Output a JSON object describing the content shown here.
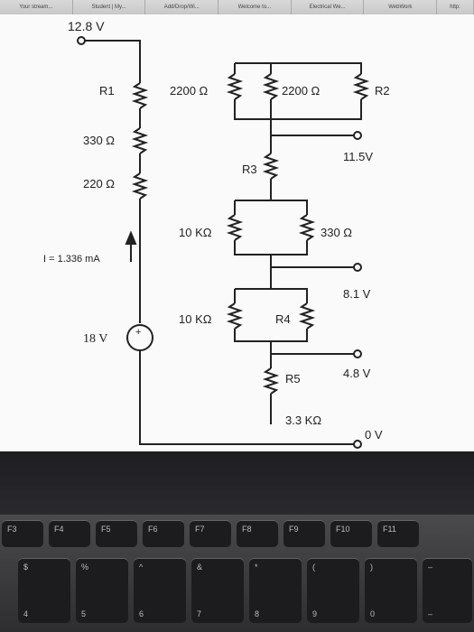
{
  "browser": {
    "tabs": [
      "Your stream...",
      "Student | My...",
      "Add/Drop/Wi...",
      "Welcome to...",
      "Electrical We...",
      "WebWork",
      "http:"
    ]
  },
  "circuit": {
    "node_top_voltage": "12.8 V",
    "r1_label": "R1",
    "r1_value1": "2200 Ω",
    "r2_value": "2200 Ω",
    "r2_label": "R2",
    "r_left_1": "330 Ω",
    "r_left_2": "220 Ω",
    "node_11_5": "11.5V",
    "r3_label": "R3",
    "r_10k_top": "10 KΩ",
    "r_330": "330 Ω",
    "current": "I = 1.336 mA",
    "node_8_1": "8.1 V",
    "r_10k_bottom": "10 KΩ",
    "r4_label": "R4",
    "source": "18 V",
    "source_sign": "+",
    "node_4_8": "4.8 V",
    "r5_label": "R5",
    "r5_value": "3.3 KΩ",
    "node_0": "0 V"
  },
  "keyboard": {
    "fn_row": [
      "F3",
      "F4",
      "F5",
      "F6",
      "F7",
      "F8",
      "F9",
      "F10",
      "F11"
    ],
    "num_row": [
      "$",
      "%",
      "^",
      "&",
      "*",
      "(",
      ")",
      "–"
    ],
    "num_row_lower": [
      "4",
      "5",
      "6",
      "7",
      "8",
      "9",
      "0",
      "–"
    ]
  }
}
